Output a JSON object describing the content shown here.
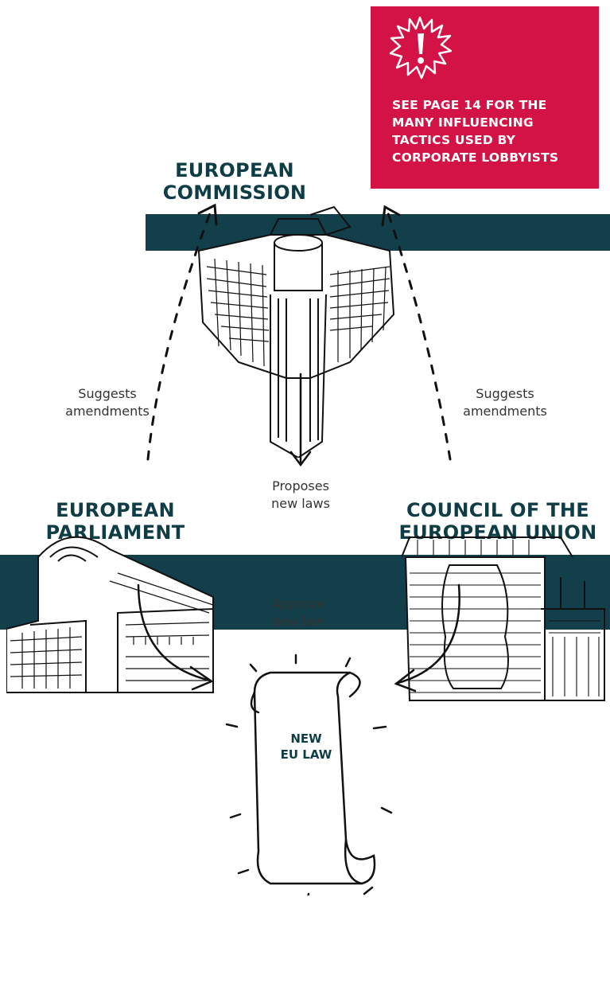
{
  "callout": {
    "text": "SEE PAGE 14 FOR THE\nMANY INFLUENCING\nTACTICS USED BY\nCORPORATE LOBBYISTS",
    "color": "#d31245",
    "icon": "exclamation-burst-icon"
  },
  "nodes": {
    "commission": "EUROPEAN\nCOMMISSION",
    "parliament": "EUROPEAN\nPARLIAMENT",
    "council": "COUNCIL OF THE\nEUROPEAN UNION",
    "law": "NEW\nEU LAW"
  },
  "edges": {
    "proposes": "Proposes\nnew laws",
    "suggests_left": "Suggests\namendments",
    "suggests_right": "Suggests\namendments",
    "approve": "Approve\nnew law"
  },
  "colors": {
    "band": "#123f4a",
    "heading": "#0f3d46"
  }
}
